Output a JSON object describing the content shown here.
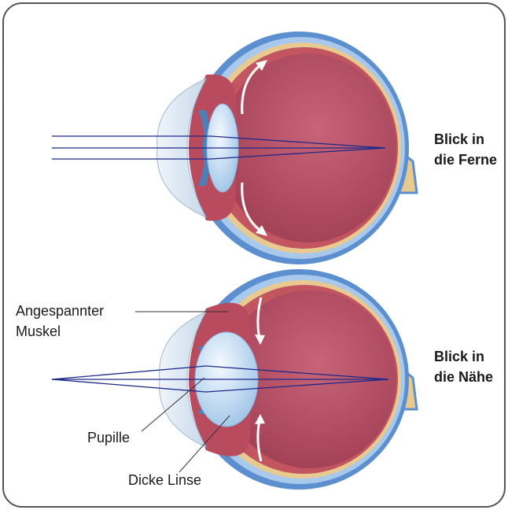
{
  "labels": {
    "far": {
      "line1": "Blick in",
      "line2": "die Ferne"
    },
    "near": {
      "line1": "Blick in",
      "line2": "die Nähe"
    },
    "muscle": {
      "line1": "Angespannter",
      "line2": "Muskel"
    },
    "pupil": "Pupille",
    "lens": "Dicke Linse"
  },
  "colors": {
    "frame_border": "#555555",
    "sclera_outer": "#5b8fcf",
    "sclera_inner": "#a9c9ec",
    "retina_layer": "#e8c98f",
    "choroid": "#c2555f",
    "vitreous": "#b14a60",
    "lens": "#cfe4f7",
    "cornea": "#dde9f4",
    "ray": "#1e2a8a",
    "arrow": "#ffffff"
  }
}
